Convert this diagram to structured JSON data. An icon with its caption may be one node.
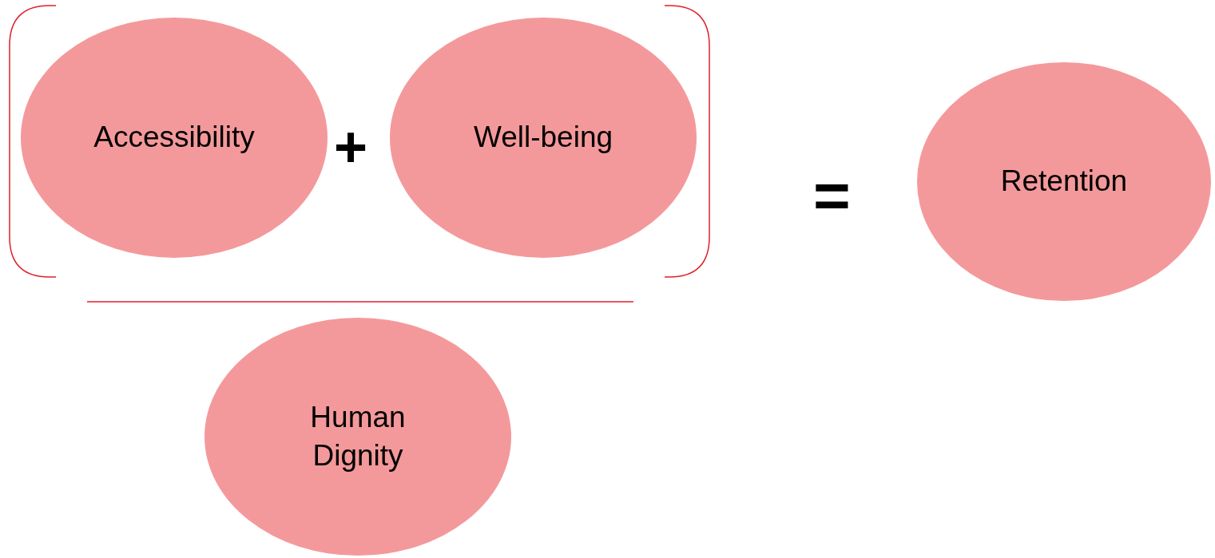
{
  "diagram": {
    "nodes": [
      {
        "text": [
          "Accessibility"
        ]
      },
      {
        "text": [
          "Well-being"
        ]
      },
      {
        "text": [
          "Retention"
        ]
      },
      {
        "text": [
          "Human Dignity"
        ]
      }
    ],
    "labels": [
      "+",
      "="
    ]
  }
}
